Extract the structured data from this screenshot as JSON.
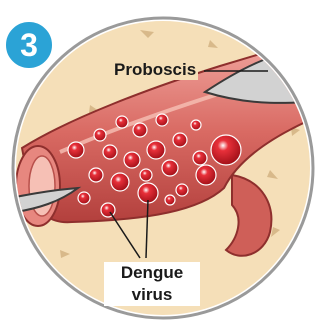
{
  "step": "3",
  "labels": {
    "proboscis": "Proboscis",
    "dengue_virus": "Dengue virus"
  },
  "colors": {
    "badge": "#2ba3d6",
    "skin": "#f5dfb8",
    "vessel": "#c94c4c",
    "vessel_light": "#e88b86",
    "virus": "#c8141e",
    "proboscis": "#cfcfcf",
    "ring": "#9a9a9a"
  }
}
